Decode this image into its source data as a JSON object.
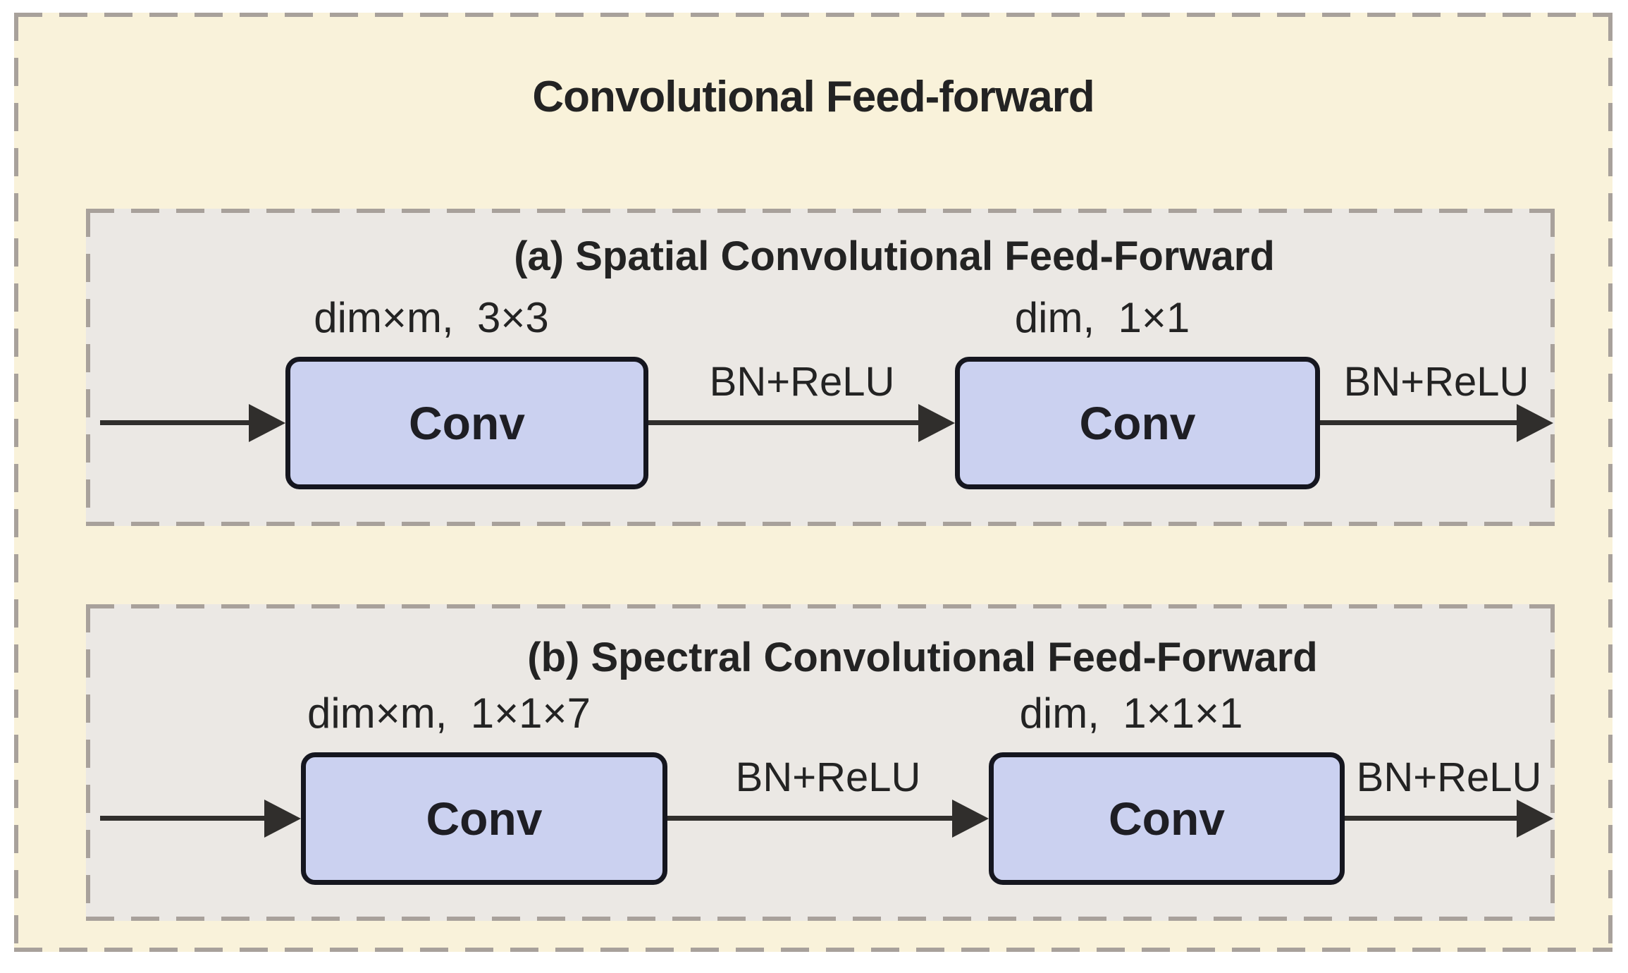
{
  "title": "Convolutional Feed-forward",
  "panels": [
    {
      "title": "(a) Spatial Convolutional Feed-Forward",
      "blocks": [
        {
          "kernel": "dim×m,  3×3",
          "name": "Conv",
          "post": "BN+ReLU"
        },
        {
          "kernel": "dim,  1×1",
          "name": "Conv",
          "post": "BN+ReLU"
        }
      ]
    },
    {
      "title": "(b) Spectral Convolutional Feed-Forward",
      "blocks": [
        {
          "kernel": "dim×m,  1×1×7",
          "name": "Conv",
          "post": "BN+ReLU"
        },
        {
          "kernel": "dim,  1×1×1",
          "name": "Conv",
          "post": "BN+ReLU"
        }
      ]
    }
  ],
  "colors": {
    "outer_bg": "#f9f2da",
    "panel_bg": "#ebe8e4",
    "conv_fill": "#cbd1f0",
    "conv_border": "#15161f",
    "dash": "#a8a19b",
    "text": "#232323",
    "arrow": "#302e2c"
  }
}
